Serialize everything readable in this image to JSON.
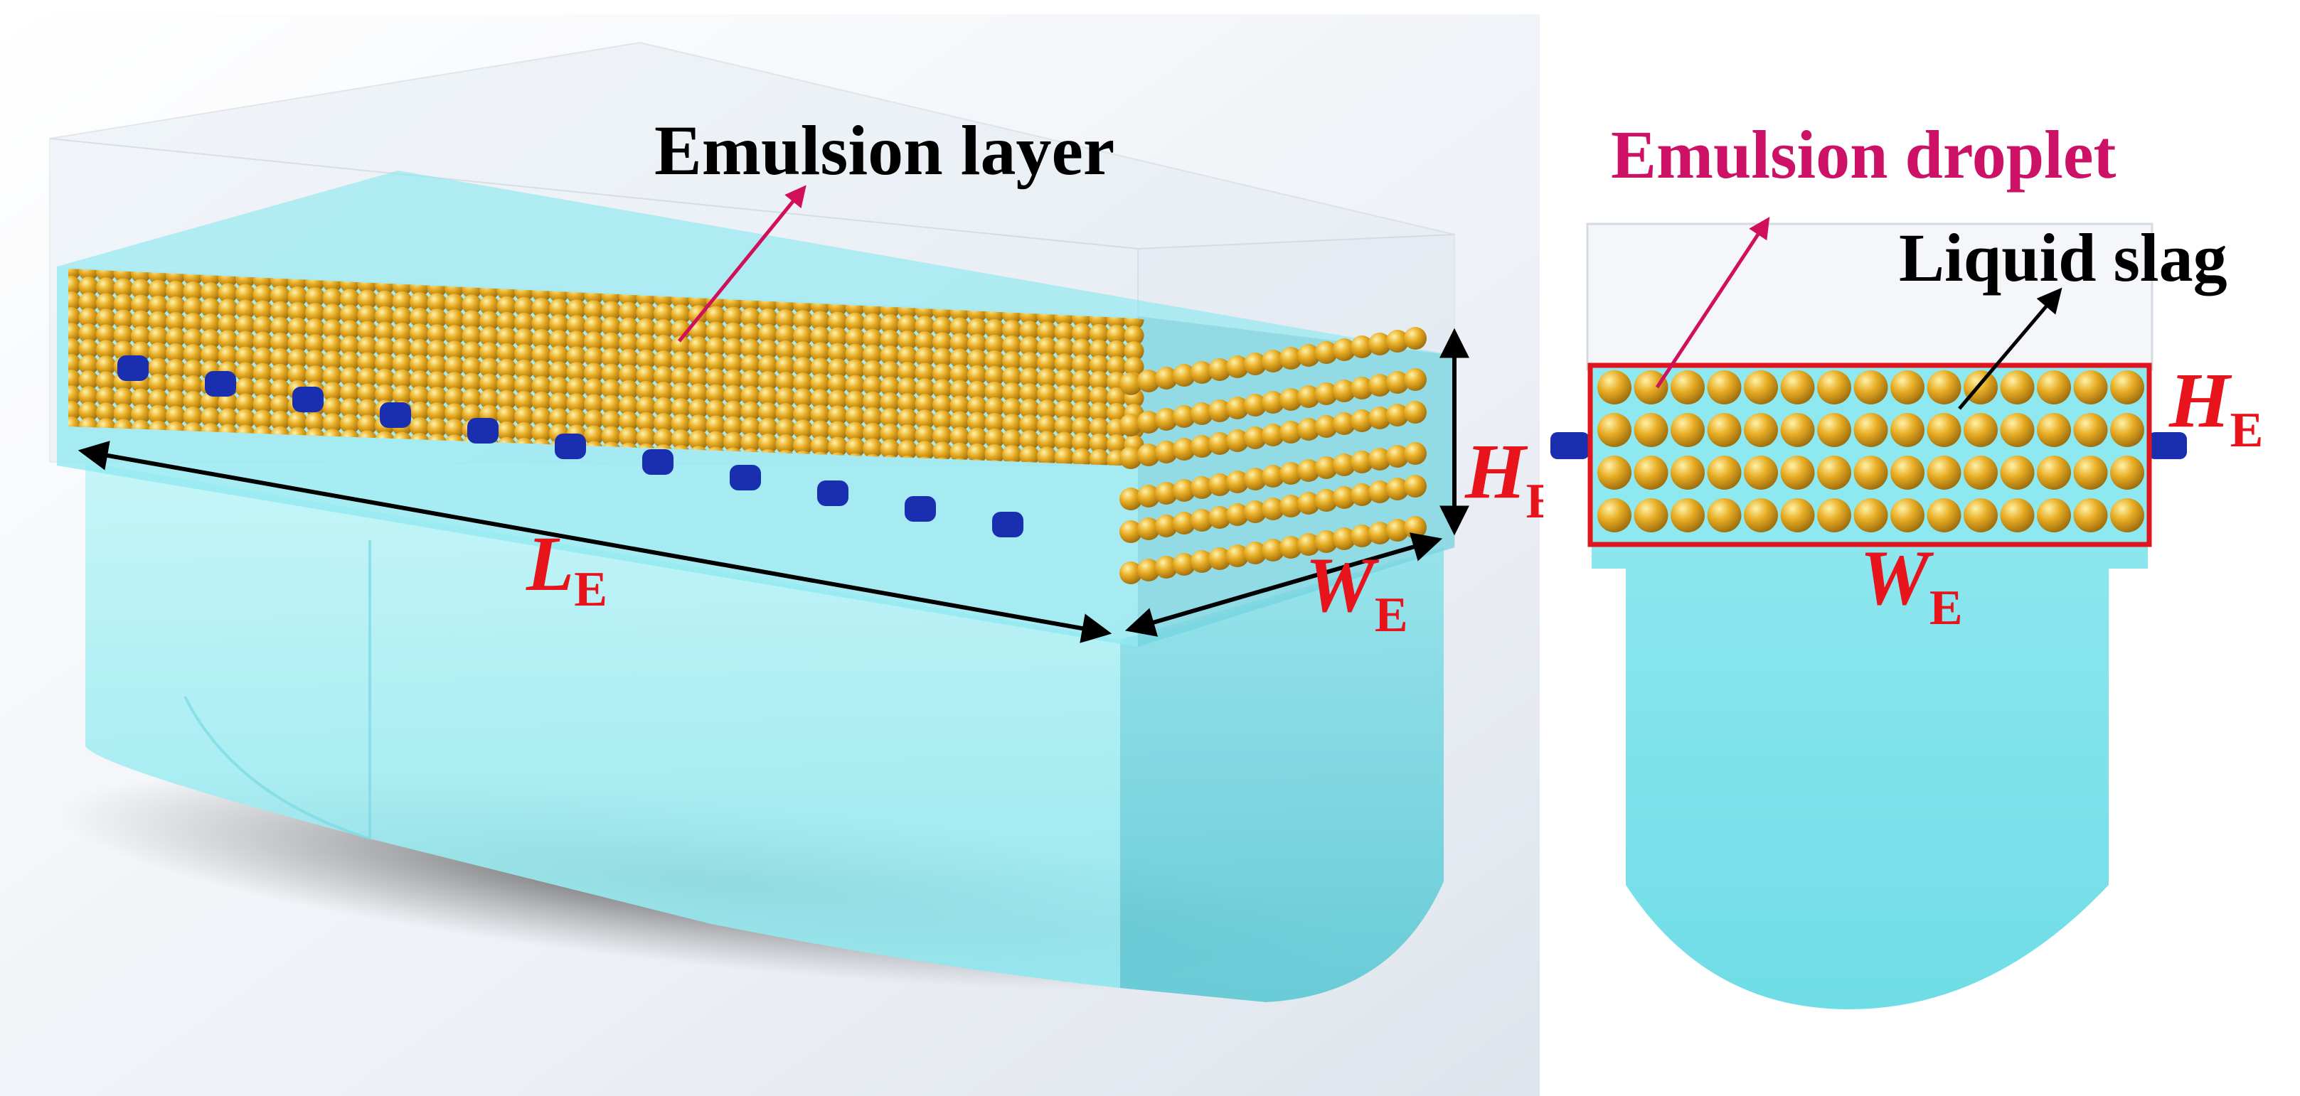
{
  "labels": {
    "emulsion_layer": "Emulsion layer",
    "emulsion_droplet": "Emulsion droplet",
    "liquid_slag": "Liquid slag",
    "length_symbol": "L",
    "width_symbol": "W",
    "height_symbol": "H",
    "subscript": "E"
  },
  "colors": {
    "droplet": "#e0a21a",
    "slag_cyan": "#8ee8f0",
    "pointer_arrow": "#d0105a",
    "dimension_text": "#e8141c",
    "outline_box": "#e0161e",
    "tuyere_blue": "#1a2fb0"
  }
}
